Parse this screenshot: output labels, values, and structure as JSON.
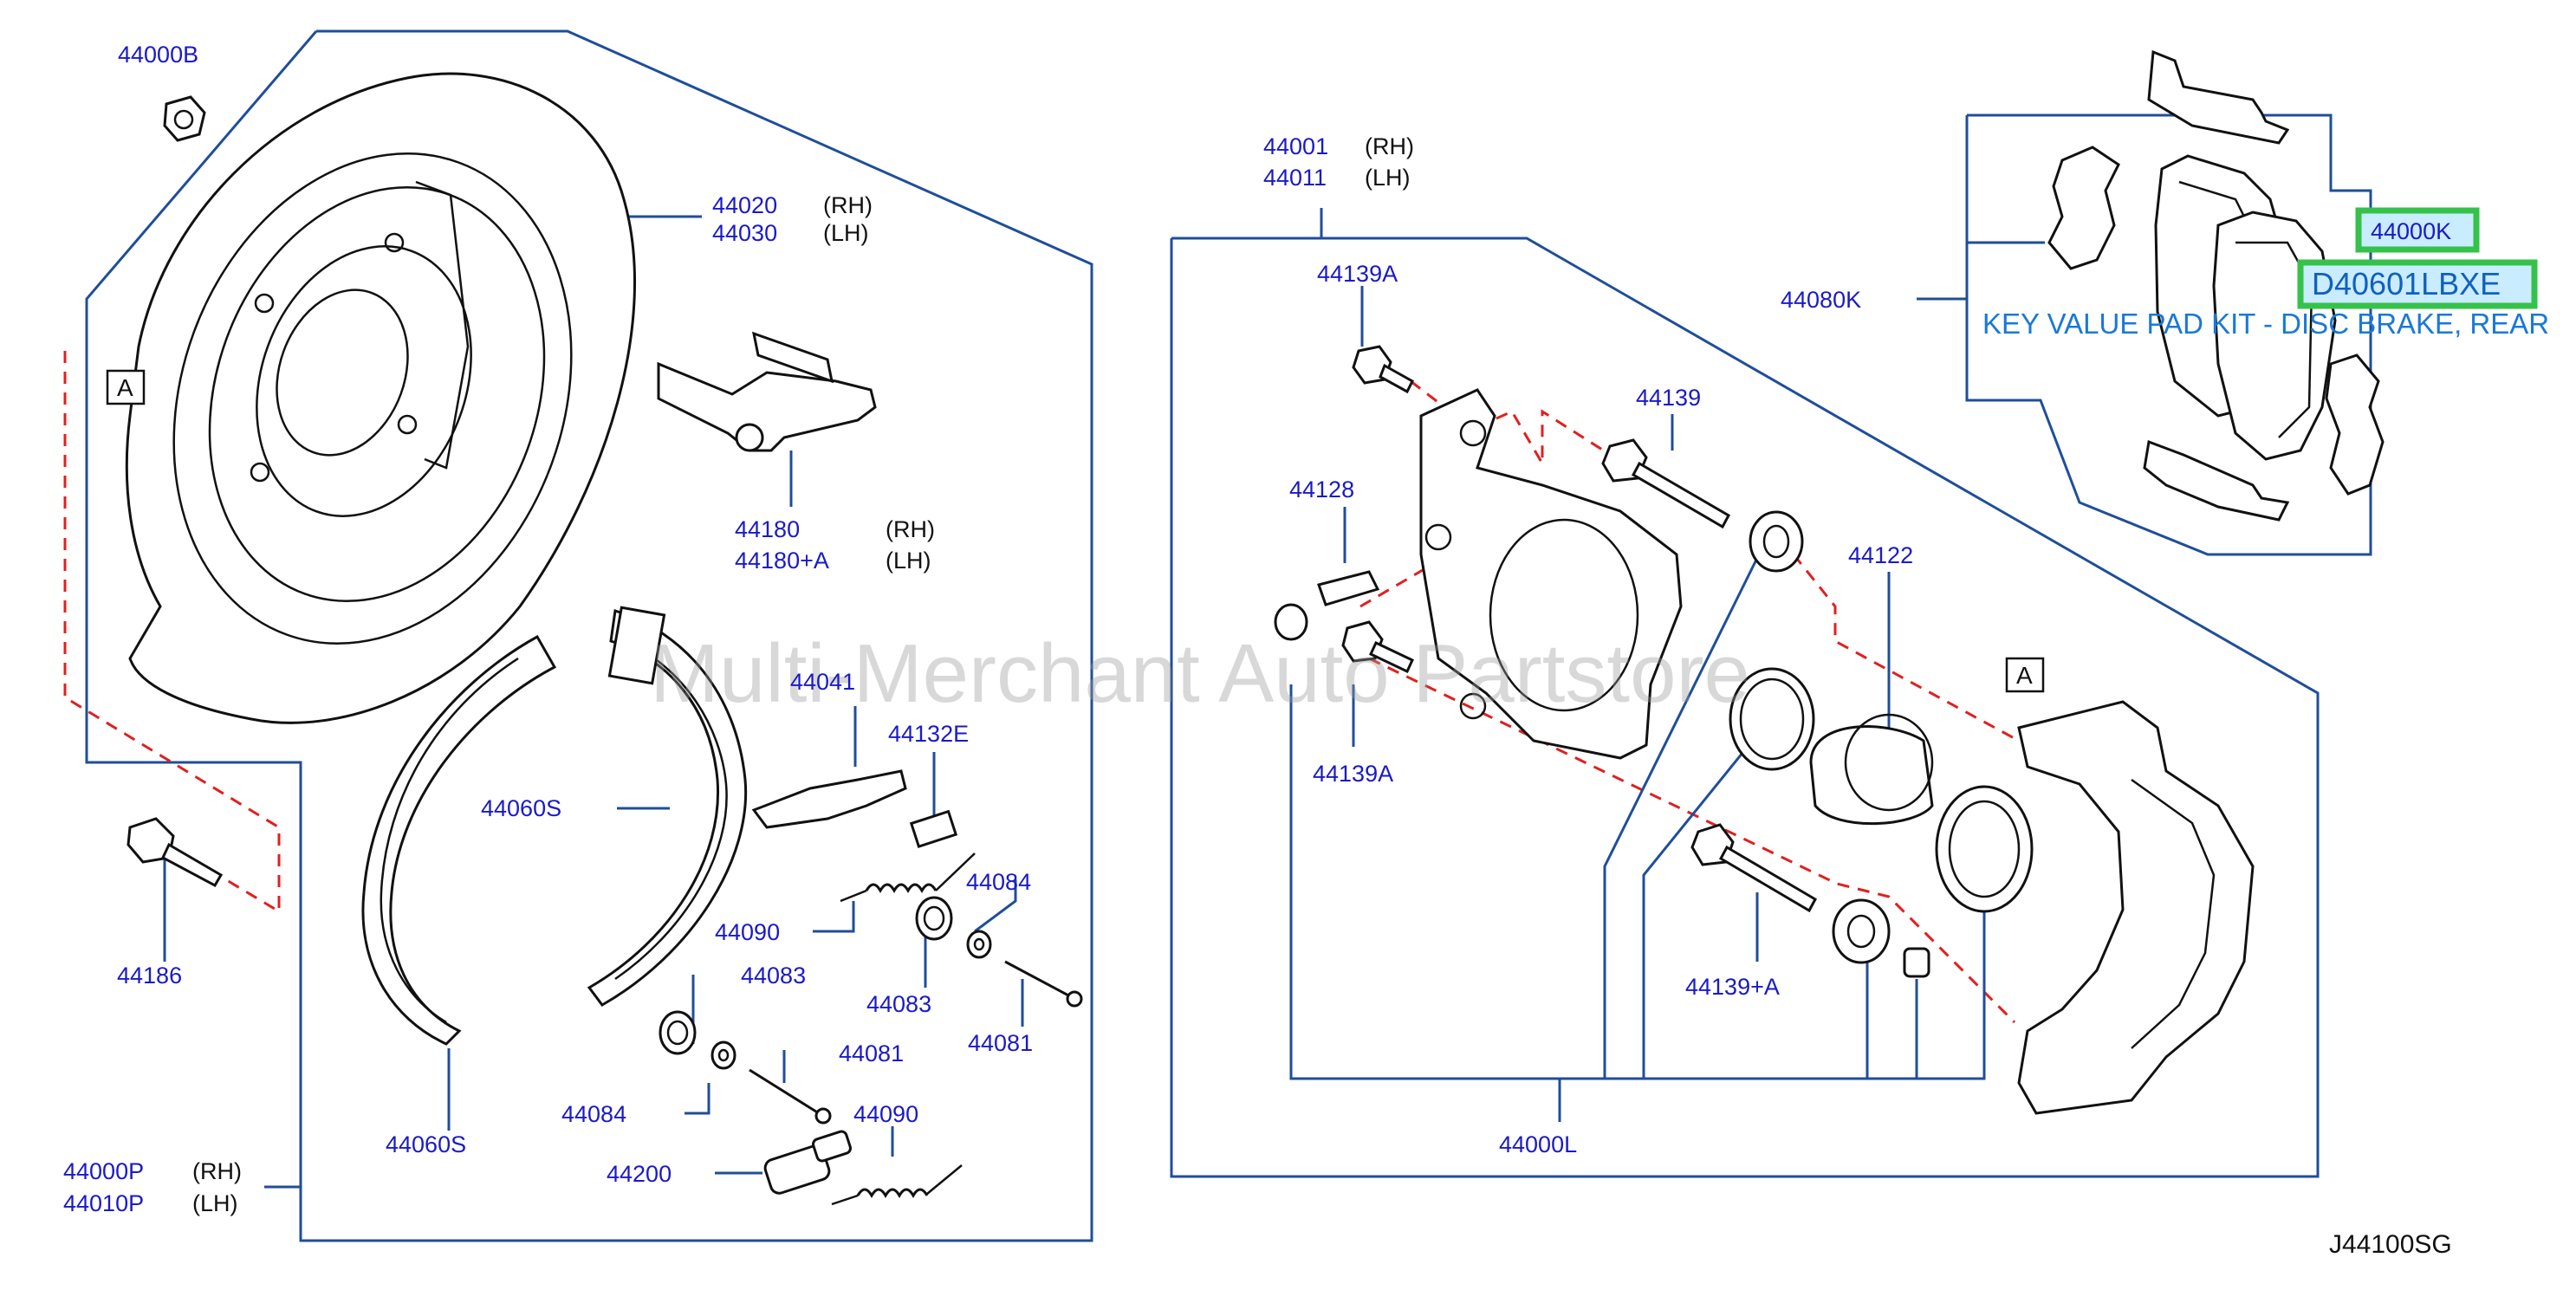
{
  "labels": {
    "p44000B": "44000B",
    "p44020": "44020",
    "p44030": "44030",
    "p44180": "44180",
    "p44180A": "44180+A",
    "p44041": "44041",
    "p44132E": "44132E",
    "p44060S_top": "44060S",
    "p44090_a": "44090",
    "p44084_a": "44084",
    "p44083_a": "44083",
    "p44083_b": "44083",
    "p44081_a": "44081",
    "p44081_b": "44081",
    "p44084_b": "44084",
    "p44090_b": "44090",
    "p44200": "44200",
    "p44060S_bot": "44060S",
    "p44186": "44186",
    "p44000P": "44000P",
    "p44010P": "44010P",
    "p44001": "44001",
    "p44011": "44011",
    "p44139A_top": "44139A",
    "p44139": "44139",
    "p44128": "44128",
    "p44139A_bot": "44139A",
    "p44122": "44122",
    "p44139pA": "44139+A",
    "p44000L": "44000L",
    "p44080K": "44080K",
    "p44000K": "44000K"
  },
  "sides": {
    "rh": "(RH)",
    "lh": "(LH)"
  },
  "callout": {
    "a_left": "A",
    "a_right": "A"
  },
  "highlight": {
    "part_number": "D40601LBXE",
    "description": "KEY VALUE PAD KIT - DISC BRAKE, REAR"
  },
  "watermark": "Multi-Merchant Auto Partstore",
  "diagram_code": "J44100SG",
  "colors": {
    "part_number_text": "#1a1ac8",
    "frame_lines": "#1f4e9a",
    "dashed_leaders": "#e02020",
    "highlight_border": "#35c24a",
    "highlight_fill": "#c9ecff",
    "description_text": "#1a78d8"
  }
}
